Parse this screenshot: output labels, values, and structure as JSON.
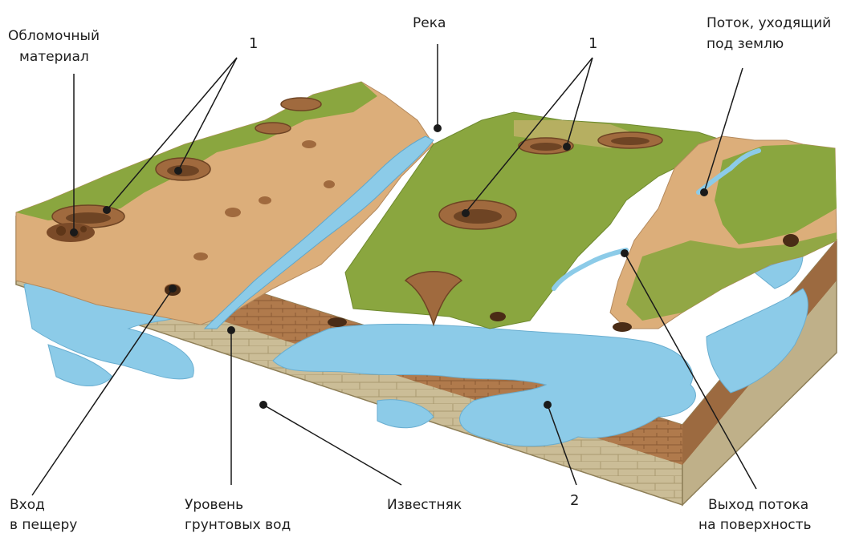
{
  "labels": {
    "debris": [
      "Обломочный",
      "материал"
    ],
    "river": "Река",
    "underground_stream": [
      "Поток, уходящий",
      "под землю"
    ],
    "sinkhole_left": "1",
    "sinkhole_right": "1",
    "cave_entrance": [
      "Вход",
      "в пещеру"
    ],
    "groundwater_level": [
      "Уровень",
      "грунтовых вод"
    ],
    "limestone": "Известняк",
    "cave_water": "2",
    "stream_outlet": [
      "Выход потока",
      "на поверхность"
    ]
  },
  "colors": {
    "grass": "#8aa63f",
    "sand": "#dcae7a",
    "soil": "#b07a4c",
    "limestone": "#cbbd97",
    "water": "#8ccbe8"
  }
}
